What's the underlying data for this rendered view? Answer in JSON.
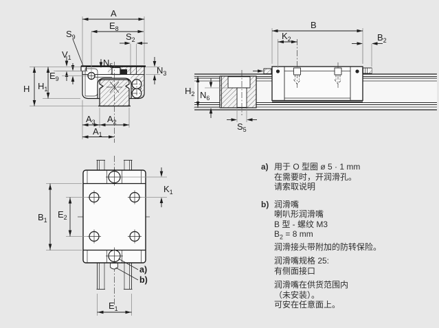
{
  "page": {
    "background": "#e8e8e8",
    "line_color": "#1a1a1a",
    "ext_line_color": "#8f8f8f"
  },
  "dims": {
    "A": {
      "m": "A",
      "s": ""
    },
    "E8": {
      "m": "E",
      "s": "8"
    },
    "S9": {
      "m": "S",
      "s": "9"
    },
    "S2": {
      "m": "S",
      "s": "2"
    },
    "V1": {
      "m": "V",
      "s": "1"
    },
    "N5": {
      "m": "N",
      "s": "5"
    },
    "N3": {
      "m": "N",
      "s": "3"
    },
    "E9": {
      "m": "E",
      "s": "9"
    },
    "H": {
      "m": "H",
      "s": ""
    },
    "H1": {
      "m": "H",
      "s": "1"
    },
    "A3": {
      "m": "A",
      "s": "3"
    },
    "A2": {
      "m": "A",
      "s": "2"
    },
    "A1": {
      "m": "A",
      "s": "1"
    },
    "B": {
      "m": "B",
      "s": ""
    },
    "K2": {
      "m": "K",
      "s": "2"
    },
    "B2": {
      "m": "B",
      "s": "2"
    },
    "H2": {
      "m": "H",
      "s": "2"
    },
    "N6": {
      "m": "N",
      "s": "6"
    },
    "S5": {
      "m": "S",
      "s": "5"
    },
    "B1": {
      "m": "B",
      "s": "1"
    },
    "E2": {
      "m": "E",
      "s": "2"
    },
    "K1": {
      "m": "K",
      "s": "1"
    },
    "E1": {
      "m": "E",
      "s": "1"
    }
  },
  "callouts": {
    "a": "a)",
    "b": "b)"
  },
  "notes": {
    "a_label": "a)",
    "a_lines": [
      "用于 O 型圈 ø 5 · 1 mm",
      "在需要时，开润滑孔。",
      "请索取说明"
    ],
    "b_label": "b)",
    "b_lines": [
      "润滑嘴",
      "喇叭形润滑嘴",
      "B 型 - 螺纹 M3"
    ],
    "b2_eq": {
      "pre": "B",
      "sub": "2",
      "post": " = 8 mm"
    },
    "b_line_last": "润滑接头带附加的防转保险。",
    "spec_lines": [
      "润滑嘴规格 25:",
      "有侧面接口"
    ],
    "install_lines": [
      "润滑嘴在供货范围内",
      "（未安装）。",
      "可安在任意面上。"
    ]
  }
}
